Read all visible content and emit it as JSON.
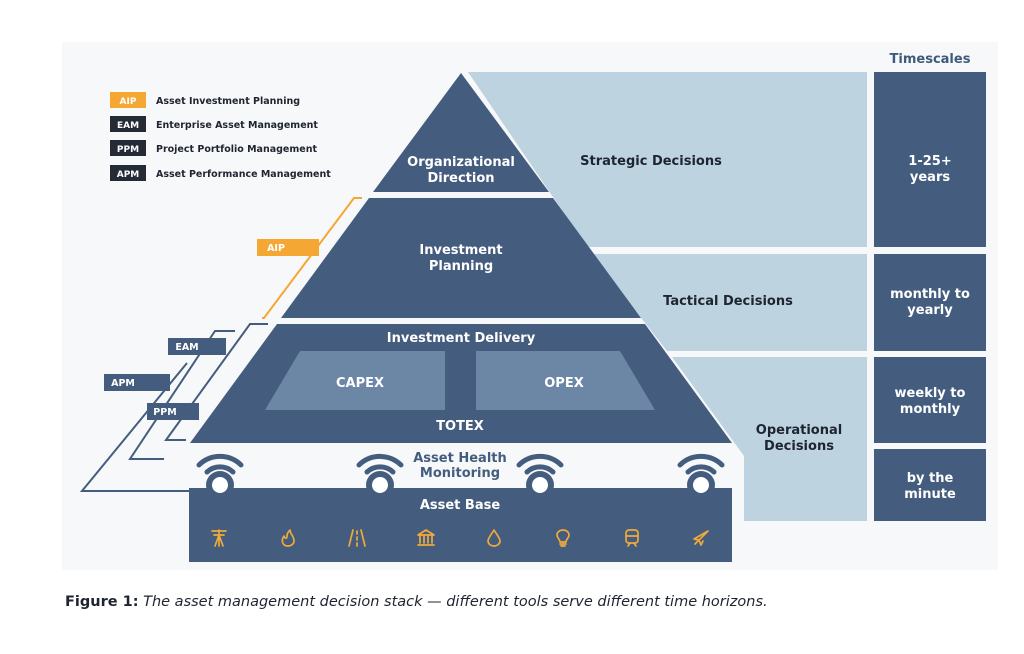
{
  "legend": [
    {
      "abbr": "AIP",
      "label": "Asset Investment Planning",
      "color": "#f5a733"
    },
    {
      "abbr": "EAM",
      "label": "Enterprise Asset Management",
      "color": "#252b35"
    },
    {
      "abbr": "PPM",
      "label": "Project Portfolio Management",
      "color": "#252b35"
    },
    {
      "abbr": "APM",
      "label": "Asset Performance Management",
      "color": "#252b35"
    }
  ],
  "pyramid": {
    "top": [
      "Organizational",
      "Direction"
    ],
    "middle": [
      "Investment",
      "Planning"
    ],
    "delivery_title": "Investment Delivery",
    "capex": "CAPEX",
    "opex": "OPEX",
    "totex": "TOTEX",
    "monitoring": [
      "Asset Health",
      "Monitoring"
    ],
    "base": "Asset Base"
  },
  "tool_tags": {
    "aip": "AIP",
    "eam": "EAM",
    "apm": "APM",
    "ppm": "PPM"
  },
  "decisions": {
    "strategic": "Strategic Decisions",
    "tactical": "Tactical Decisions",
    "operational": [
      "Operational",
      "Decisions"
    ]
  },
  "timescales": {
    "title": "Timescales",
    "boxes": [
      [
        "1-25+",
        "years"
      ],
      [
        "monthly to",
        "yearly"
      ],
      [
        "weekly to",
        "monthly"
      ],
      [
        "by the",
        "minute"
      ]
    ]
  },
  "base_icons": [
    "power-pylon-icon",
    "flame-icon",
    "road-icon",
    "bank-icon",
    "water-drop-icon",
    "lightbulb-icon",
    "train-icon",
    "airplane-icon"
  ],
  "colors": {
    "navy": "#445d7e",
    "light_blue": "#bdd3e0",
    "orange": "#f5a733",
    "dark": "#252b35",
    "mid_blue": "#6c86a5"
  },
  "caption": {
    "label": "Figure 1:",
    "text": "The asset management decision stack — different tools serve different time horizons."
  }
}
